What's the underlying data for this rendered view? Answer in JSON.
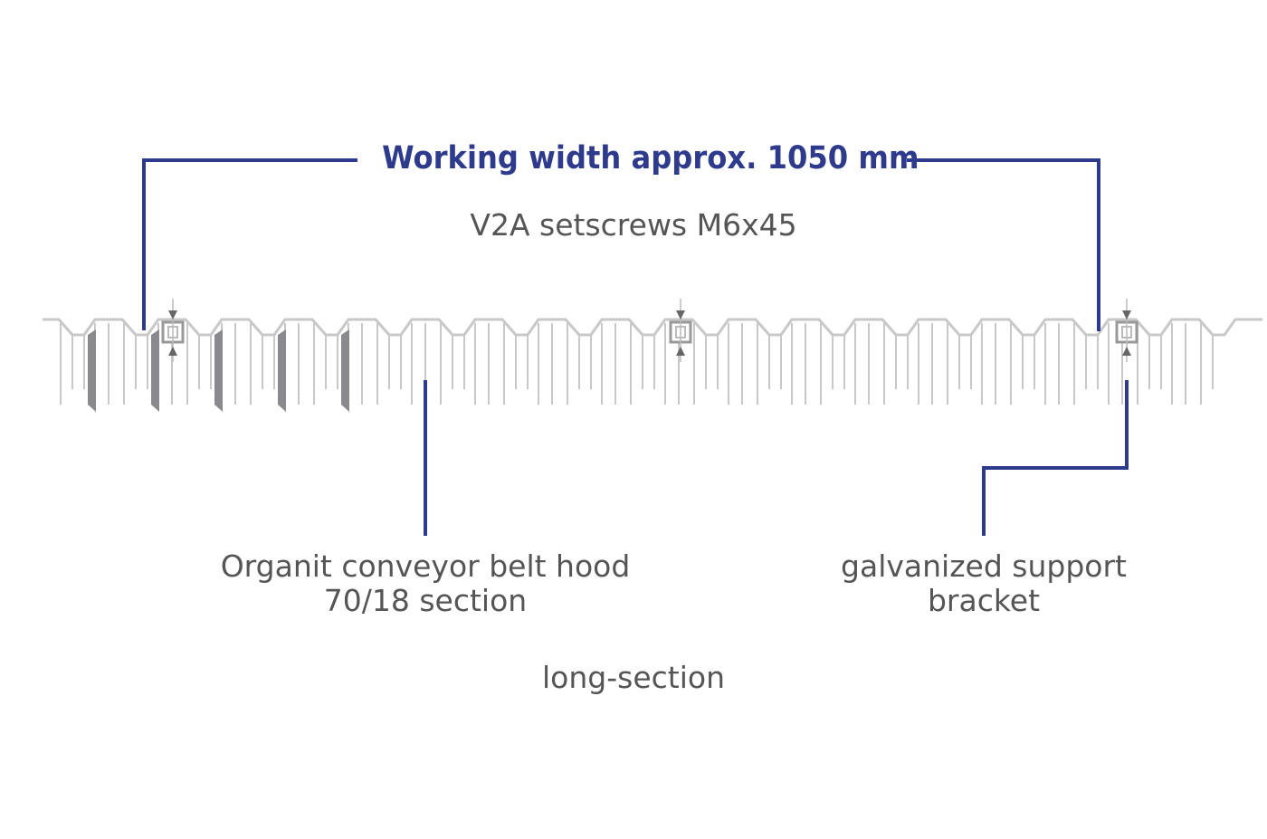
{
  "title": "Working width approx. 1050 mm",
  "screws": "V2A setscrews M6x45",
  "hood_line1": "Organit conveyor belt hood",
  "hood_line2": "70/18 section",
  "bracket_line1": "galvanized support",
  "bracket_line2": "bracket",
  "caption": "long-section",
  "colors": {
    "accent": "#2e3a8c",
    "profile": "#c8c8c8",
    "shade": "#8a8a8e",
    "text": "#555555"
  }
}
